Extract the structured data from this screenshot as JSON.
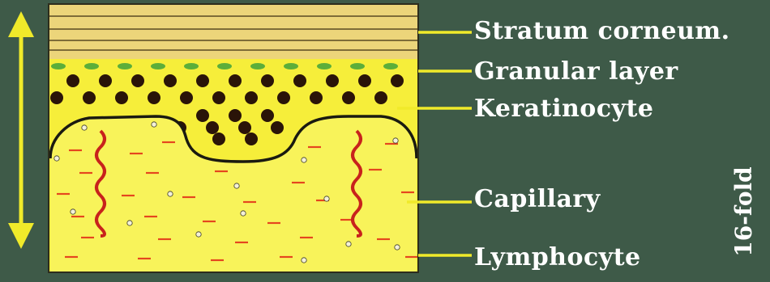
{
  "labels": [
    {
      "text": "Stratum corneum."
    },
    {
      "text": "Granular layer"
    },
    {
      "text": "Keratinocyte"
    },
    {
      "text": "Capillary"
    },
    {
      "text": "Lymphocyte"
    }
  ],
  "thickness_label": "16-fold",
  "colors": {
    "background": "#3e5a48",
    "stratum_corneum": "#ecd57a",
    "granular_layer": "#f6ee3a",
    "dermis": "#f5ee3c",
    "keratinocyte": "#2a1408",
    "granule": "#5cae3a",
    "capillary": "#c8221c",
    "dermal_dash": "#e5461e",
    "arrow": "#f0ea2a",
    "leader_line": "#f0ea2a",
    "label_text": "#ffffff"
  }
}
